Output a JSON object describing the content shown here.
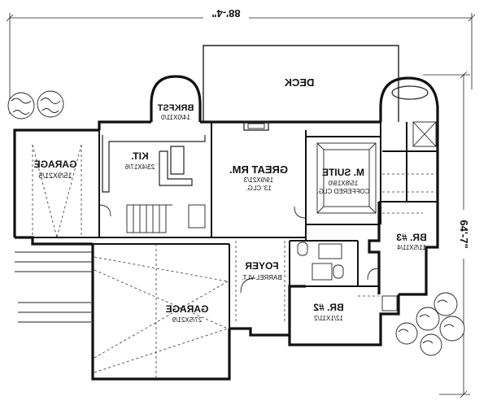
{
  "dimensions": {
    "width_label": "88'-4\"",
    "depth_label": "64'-7\""
  },
  "rooms": {
    "deck": {
      "name": "DECK"
    },
    "brkfst": {
      "name": "BRKFST",
      "size": "14/0X11/0"
    },
    "garage_left": {
      "name": "GARAGE",
      "size": "15/9X21/5"
    },
    "kit": {
      "name": "KIT.",
      "size": "23/4X17/6"
    },
    "great_rm": {
      "name": "GREAT RM.",
      "size": "19/9X21/3",
      "note": "13' CLG."
    },
    "m_suite": {
      "name": "M. SUITE",
      "size": "15/8X19/0",
      "note": "COFFERED CLG."
    },
    "br3": {
      "name": "BR. #3",
      "size": "11/5X11/4"
    },
    "foyer": {
      "name": "FOYER",
      "note": "BARREL VLT."
    },
    "garage_main": {
      "name": "GARAGE",
      "size": "27/5X21/9"
    },
    "br2": {
      "name": "BR. #2",
      "size": "12/1X11/2"
    }
  }
}
